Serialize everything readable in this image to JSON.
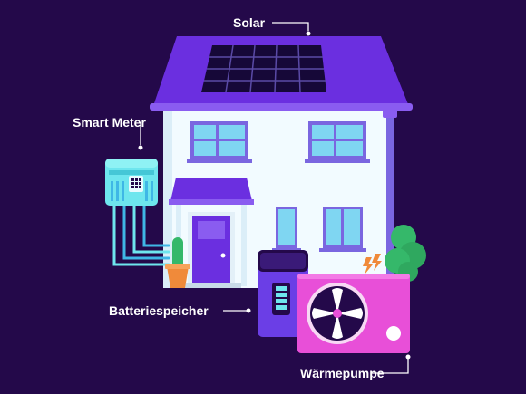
{
  "labels": {
    "solar": "Solar",
    "smart_meter": "Smart Meter",
    "battery": "Batteriespeicher",
    "heat_pump": "Wärmepumpe"
  },
  "colors": {
    "background": "#24094a",
    "roof": "#6b2fe0",
    "house_wall": "#f2fbff",
    "window": "#7fd6f2",
    "window_frame": "#7a66e0",
    "solar_panel": "#160838",
    "battery": "#6b3ee6",
    "heat_pump": "#e84fd8",
    "meter": "#6ee6ee",
    "plant": "#35b86a",
    "callout_line": "#ffffff"
  }
}
